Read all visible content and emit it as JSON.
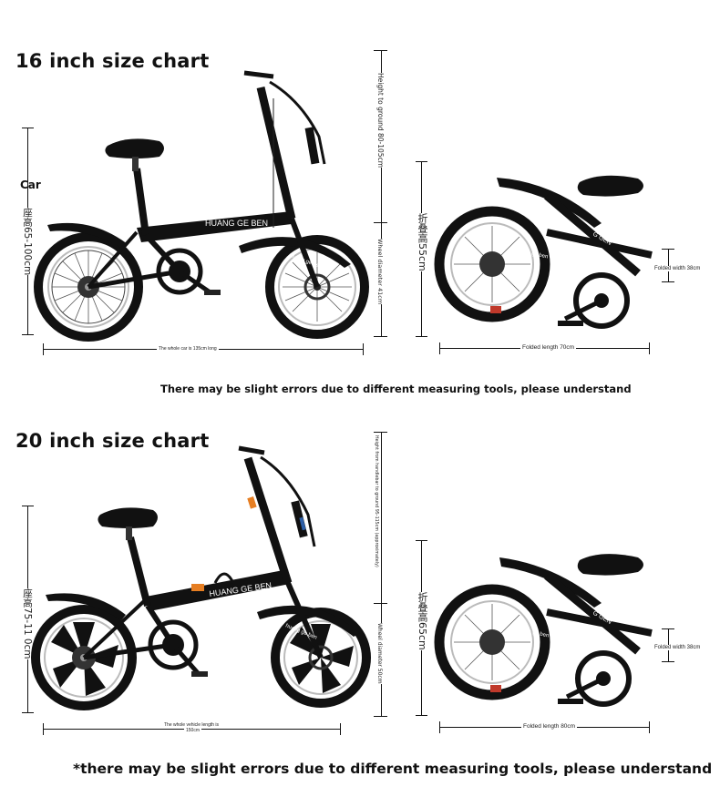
{
  "chart16": {
    "title": "16 inch size chart",
    "car_label": "Car",
    "seat_height_label": "座高65-100cm",
    "handle_height_label": "Height to ground 80-105cm",
    "wheel_height_label": "Wheel diameter 41cm",
    "length_label": "The whole car is 135cm long",
    "fold_height_label": "折叠高55cm",
    "fold_width_label": "Folded width 38cm",
    "fold_length_label": "Folded length 70cm",
    "frame_text": "HUANG GE BEN",
    "fork_text": "huang ge ben",
    "note": "There may be slight errors due to different measuring tools, please understand"
  },
  "chart20": {
    "title": "20 inch size chart",
    "seat_height_label": "座高75-11 0cm",
    "handle_height_label": "Height from handlebar to ground 95-115cm (approximately)",
    "wheel_height_label": "Wheel diameter 50cm",
    "length_label_1": "The whole vehicle length is",
    "length_label_2": "150cm",
    "fold_height_label": "折叠高65cm",
    "fold_width_label": "Folded width 38cm",
    "fold_length_label": "Folded length 80cm",
    "frame_text": "HUANG GE BEN",
    "fork_text": "huang ge ben",
    "note": "*there may be slight errors due to different measuring tools, please understand"
  }
}
